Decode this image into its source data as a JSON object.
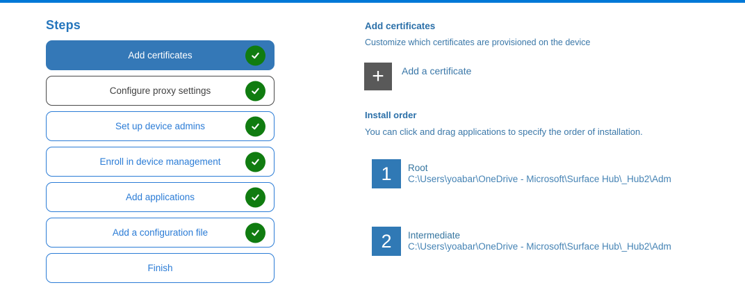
{
  "colors": {
    "top_accent": "#0078d7",
    "selected_step_bg": "#3478b7",
    "step_blue": "#2b7cd6",
    "check_green": "#107c10",
    "tile_blue": "#3079b5",
    "tile_gray": "#595959"
  },
  "steps_panel": {
    "title": "Steps",
    "items": [
      {
        "label": "Add certificates",
        "state": "selected",
        "checked": true
      },
      {
        "label": "Configure proxy settings",
        "state": "neutral",
        "checked": true
      },
      {
        "label": "Set up device admins",
        "state": "default",
        "checked": true
      },
      {
        "label": "Enroll in device management",
        "state": "default",
        "checked": true
      },
      {
        "label": "Add applications",
        "state": "default",
        "checked": true
      },
      {
        "label": "Add a configuration file",
        "state": "default",
        "checked": true
      },
      {
        "label": "Finish",
        "state": "default",
        "checked": false
      }
    ]
  },
  "content": {
    "section_title": "Add certificates",
    "section_description": "Customize which certificates are provisioned on the device",
    "add_certificate_label": "Add a certificate",
    "plus_glyph": "+",
    "install_order": {
      "title": "Install order",
      "description": "You can click and drag applications to specify the order of installation.",
      "items": [
        {
          "number": "1",
          "name": "Root",
          "path": "C:\\Users\\yoabar\\OneDrive - Microsoft\\Surface Hub\\_Hub2\\Adm"
        },
        {
          "number": "2",
          "name": "Intermediate",
          "path": "C:\\Users\\yoabar\\OneDrive - Microsoft\\Surface Hub\\_Hub2\\Adm"
        }
      ]
    }
  }
}
